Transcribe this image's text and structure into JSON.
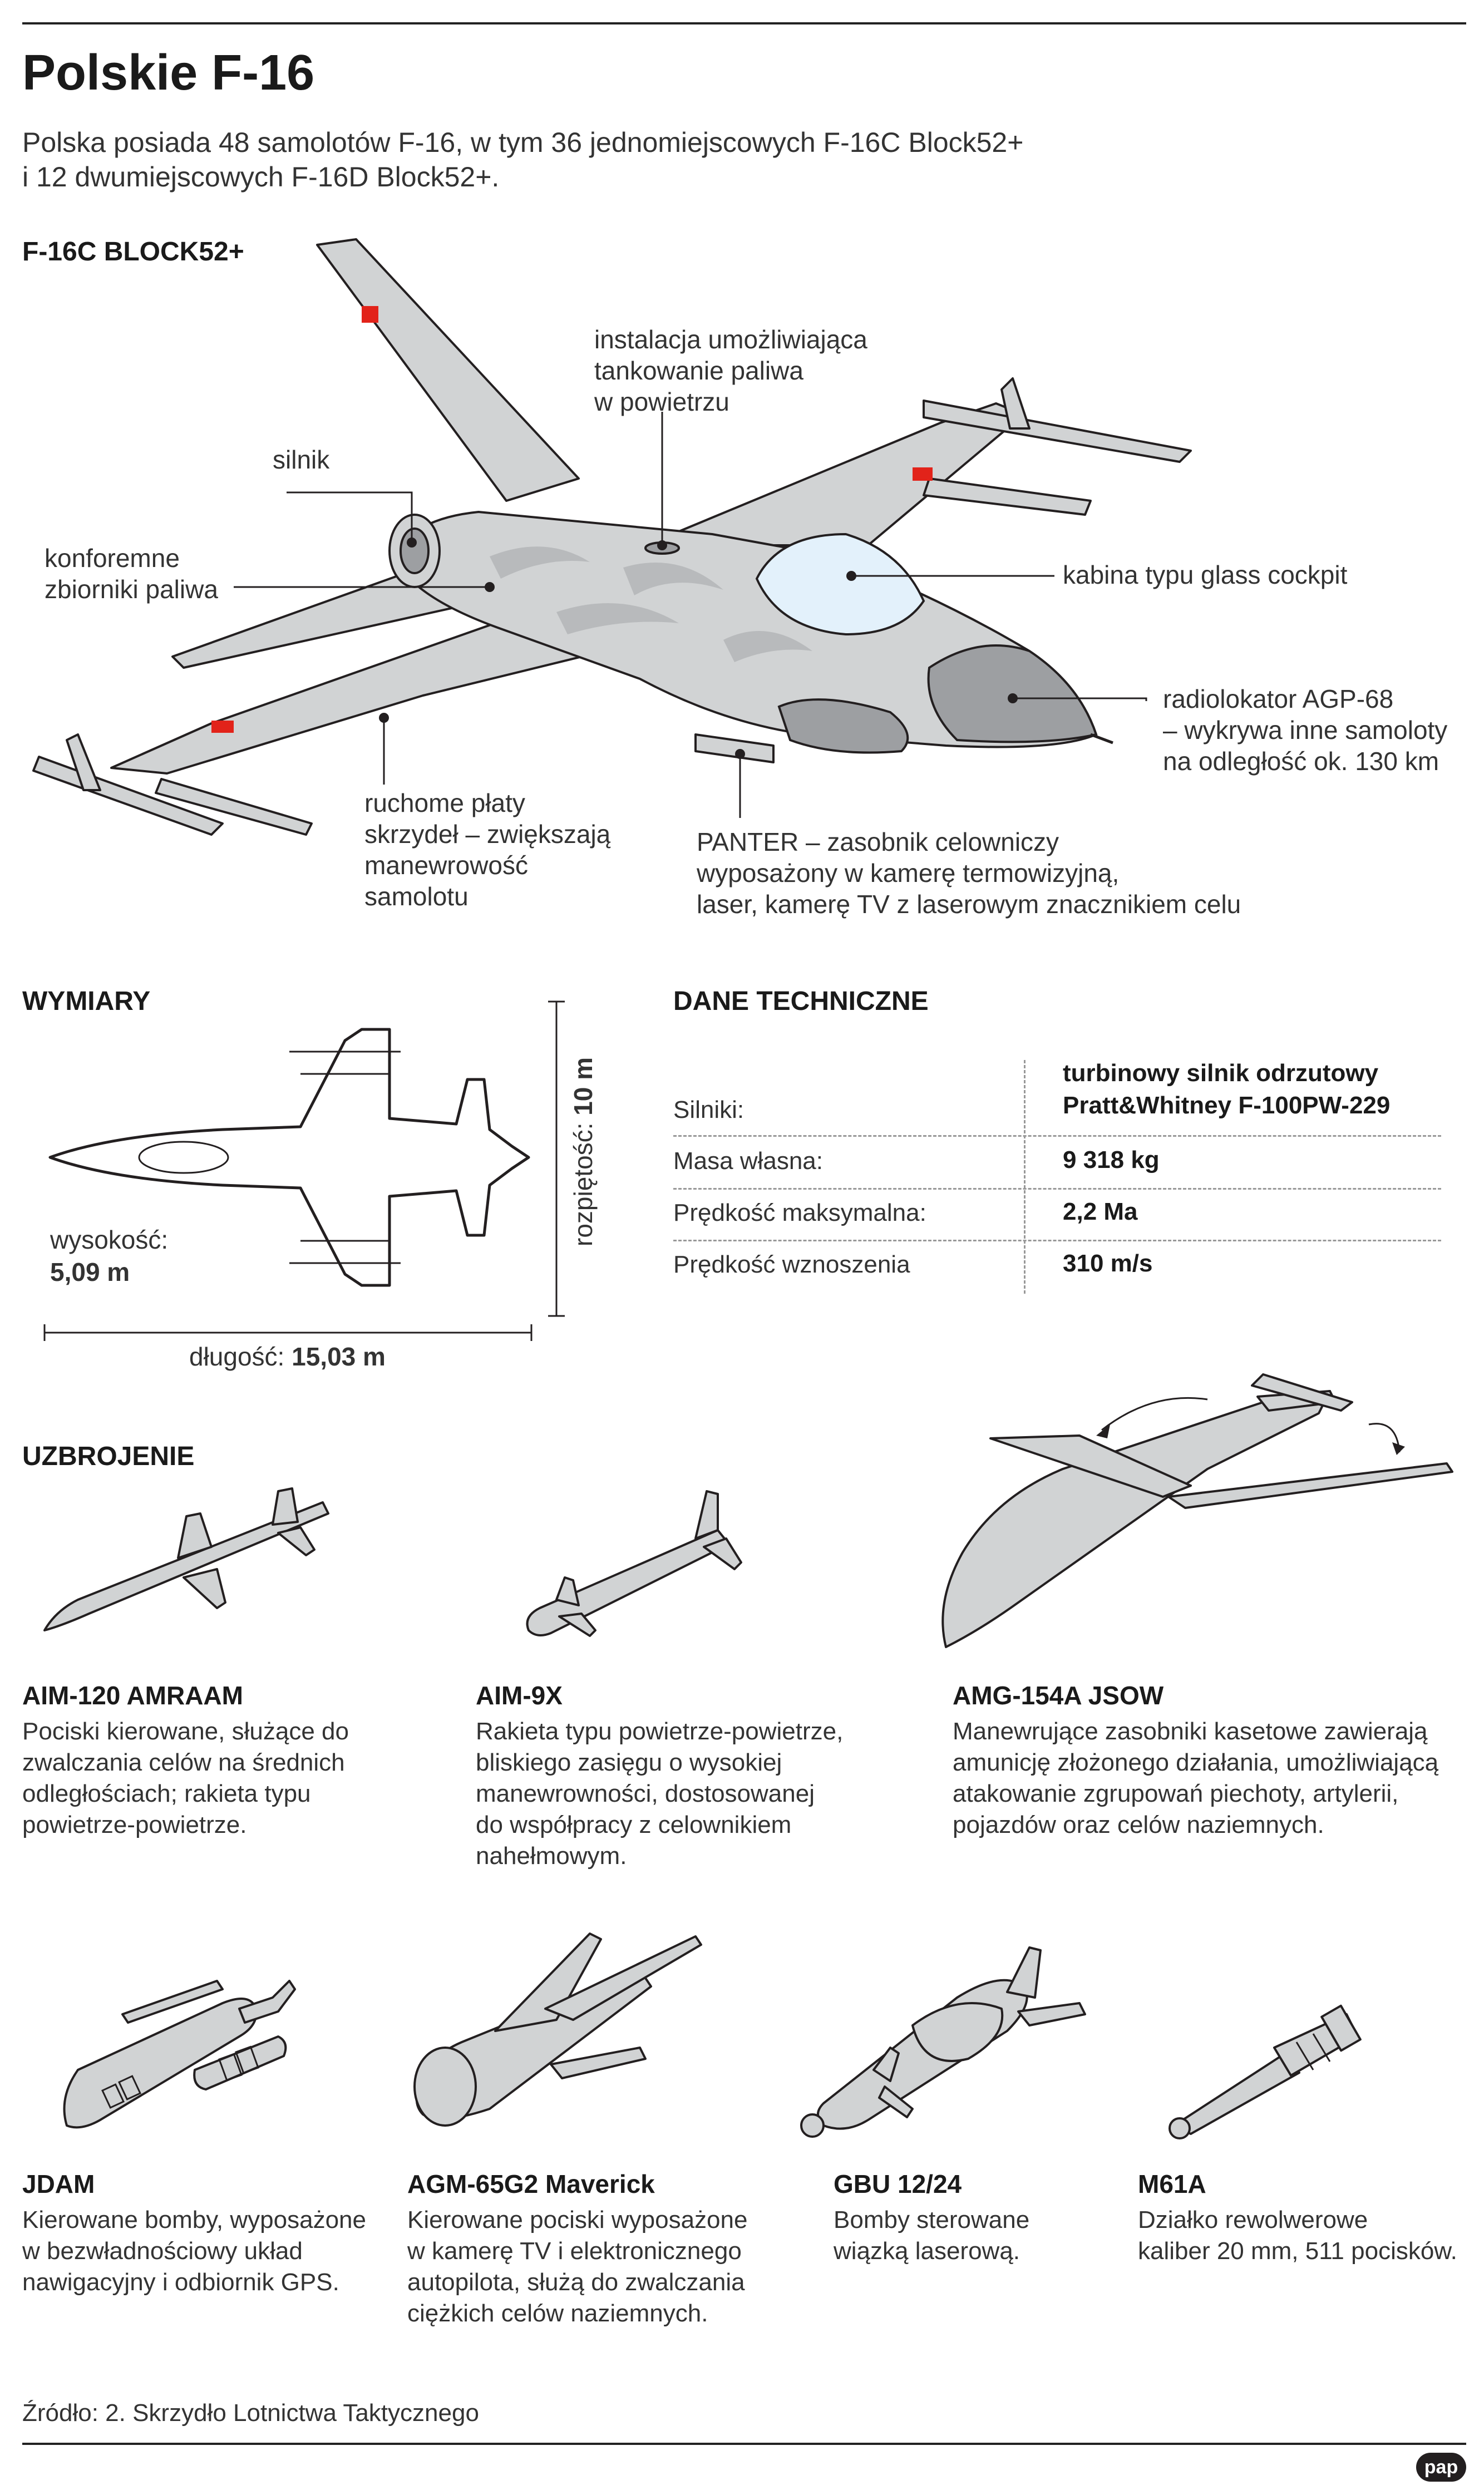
{
  "header": {
    "title": "Polskie F-16",
    "intro_line1": "Polska posiada 48 samolotów F-16, w tym 36 jednomiejscowych F-16C Block52+",
    "intro_line2": "i 12 dwumiejscowych F-16D Block52+."
  },
  "aircraft": {
    "model_label": "F-16C BLOCK52+",
    "callouts": {
      "refuel": [
        "instalacja umożliwiająca",
        "tankowanie paliwa",
        "w powietrzu"
      ],
      "engine": "silnik",
      "tanks": [
        "konforemne",
        "zbiorniki paliwa"
      ],
      "cockpit": "kabina typu glass cockpit",
      "radar": [
        "radiolokator AGP-68",
        "– wykrywa inne samoloty",
        "na odległość ok. 130 km"
      ],
      "flaps": [
        "ruchome płaty",
        "skrzydeł – zwiększają",
        "manewrowość",
        "samolotu"
      ],
      "panter": [
        "PANTER – zasobnik celowniczy",
        "wyposażony w kamerę termowizyjną,",
        "laser, kamerę TV z laserowym znacznikiem celu"
      ]
    }
  },
  "dimensions": {
    "heading": "WYMIARY",
    "height_label": "wysokość:",
    "height_value": "5,09 m",
    "length_label": "długość:",
    "length_value": "15,03 m",
    "span_label": "rozpiętość:",
    "span_value": "10 m"
  },
  "specs": {
    "heading": "DANE TECHNICZNE",
    "rows": [
      {
        "label": "Silniki:",
        "value_line1": "turbinowy silnik odrzutowy",
        "value_line2": "Pratt&Whitney F-100PW-229"
      },
      {
        "label": "Masa własna:",
        "value_line1": "9 318 kg"
      },
      {
        "label": "Prędkość maksymalna:",
        "value_line1": "2,2 Ma"
      },
      {
        "label": "Prędkość wznoszenia",
        "value_line1": "310 m/s"
      }
    ]
  },
  "armament": {
    "heading": "UZBROJENIE",
    "items": [
      {
        "name": "AIM-120 AMRAAM",
        "desc": [
          "Pociski kierowane, służące do",
          "zwalczania celów na średnich",
          "odległościach; rakieta typu",
          "powietrze-powietrze."
        ]
      },
      {
        "name": "AIM-9X",
        "desc": [
          "Rakieta typu powietrze-powietrze,",
          "bliskiego zasięgu o wysokiej",
          "manewrowności, dostosowanej",
          "do współpracy z celownikiem",
          "nahełmowym."
        ]
      },
      {
        "name": "AMG-154A JSOW",
        "desc": [
          "Manewrujące zasobniki kasetowe zawierają",
          "amunicję złożonego działania, umożliwiającą",
          "atakowanie zgrupowań piechoty, artylerii,",
          "pojazdów oraz celów naziemnych."
        ]
      },
      {
        "name": "JDAM",
        "desc": [
          "Kierowane bomby, wyposażone",
          "w bezwładnościowy układ",
          "nawigacyjny i odbiornik GPS."
        ]
      },
      {
        "name": "AGM-65G2 Maverick",
        "desc": [
          "Kierowane pociski wyposażone",
          "w kamerę TV i elektronicznego",
          "autopilota, służą do zwalczania",
          "ciężkich celów naziemnych."
        ]
      },
      {
        "name": "GBU 12/24",
        "desc": [
          "Bomby sterowane",
          "wiązką laserową."
        ]
      },
      {
        "name": "M61A",
        "desc": [
          "Działko rewolwerowe",
          "kaliber 20 mm, 511 pocisków."
        ]
      }
    ]
  },
  "footer": {
    "source": "Źródło: 2. Skrzydło Lotnictwa Taktycznego",
    "logo": "pap"
  }
}
